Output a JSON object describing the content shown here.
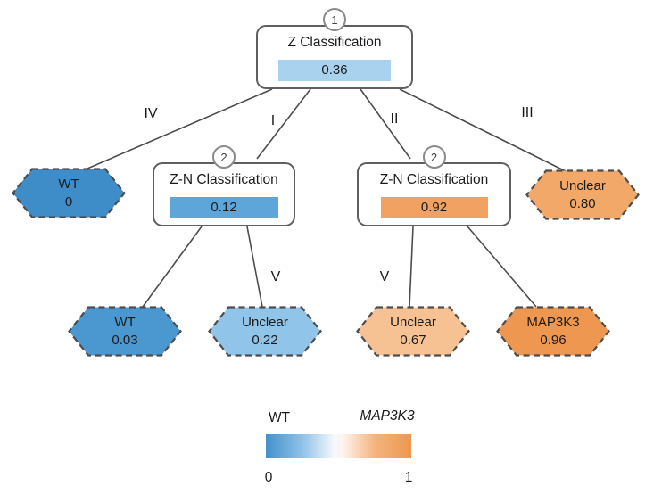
{
  "nodes": {
    "root": {
      "number": "1",
      "title": "Z Classification",
      "value": "0.36",
      "bar_color": "#a9d2ee"
    },
    "left": {
      "number": "2",
      "title": "Z-N Classification",
      "value": "0.12",
      "bar_color": "#5ea6da"
    },
    "right": {
      "number": "2",
      "title": "Z-N Classification",
      "value": "0.92",
      "bar_color": "#f1a263"
    }
  },
  "leaves": {
    "wt_0": {
      "label": "WT",
      "value": "0",
      "color": "#3e8dc8"
    },
    "unclear_080": {
      "label": "Unclear",
      "value": "0.80",
      "color": "#f1a869"
    },
    "wt_003": {
      "label": "WT",
      "value": "0.03",
      "color": "#4b97d0"
    },
    "unclear_022": {
      "label": "Unclear",
      "value": "0.22",
      "color": "#90c4e9"
    },
    "unclear_067": {
      "label": "Unclear",
      "value": "0.67",
      "color": "#f6c193"
    },
    "map3k3_096": {
      "label": "MAP3K3",
      "value": "0.96",
      "color": "#ee9750"
    }
  },
  "edge_labels": {
    "branch_iv": "IV",
    "branch_i": "I",
    "branch_ii": "II",
    "branch_iii": "III",
    "branch_v_left": "V",
    "branch_v_right": "V"
  },
  "legend": {
    "label_left": "WT",
    "label_right": "MAP3K3",
    "tick_min": "0",
    "tick_max": "1",
    "color_min": "#4291cd",
    "color_max": "#ee9750"
  }
}
